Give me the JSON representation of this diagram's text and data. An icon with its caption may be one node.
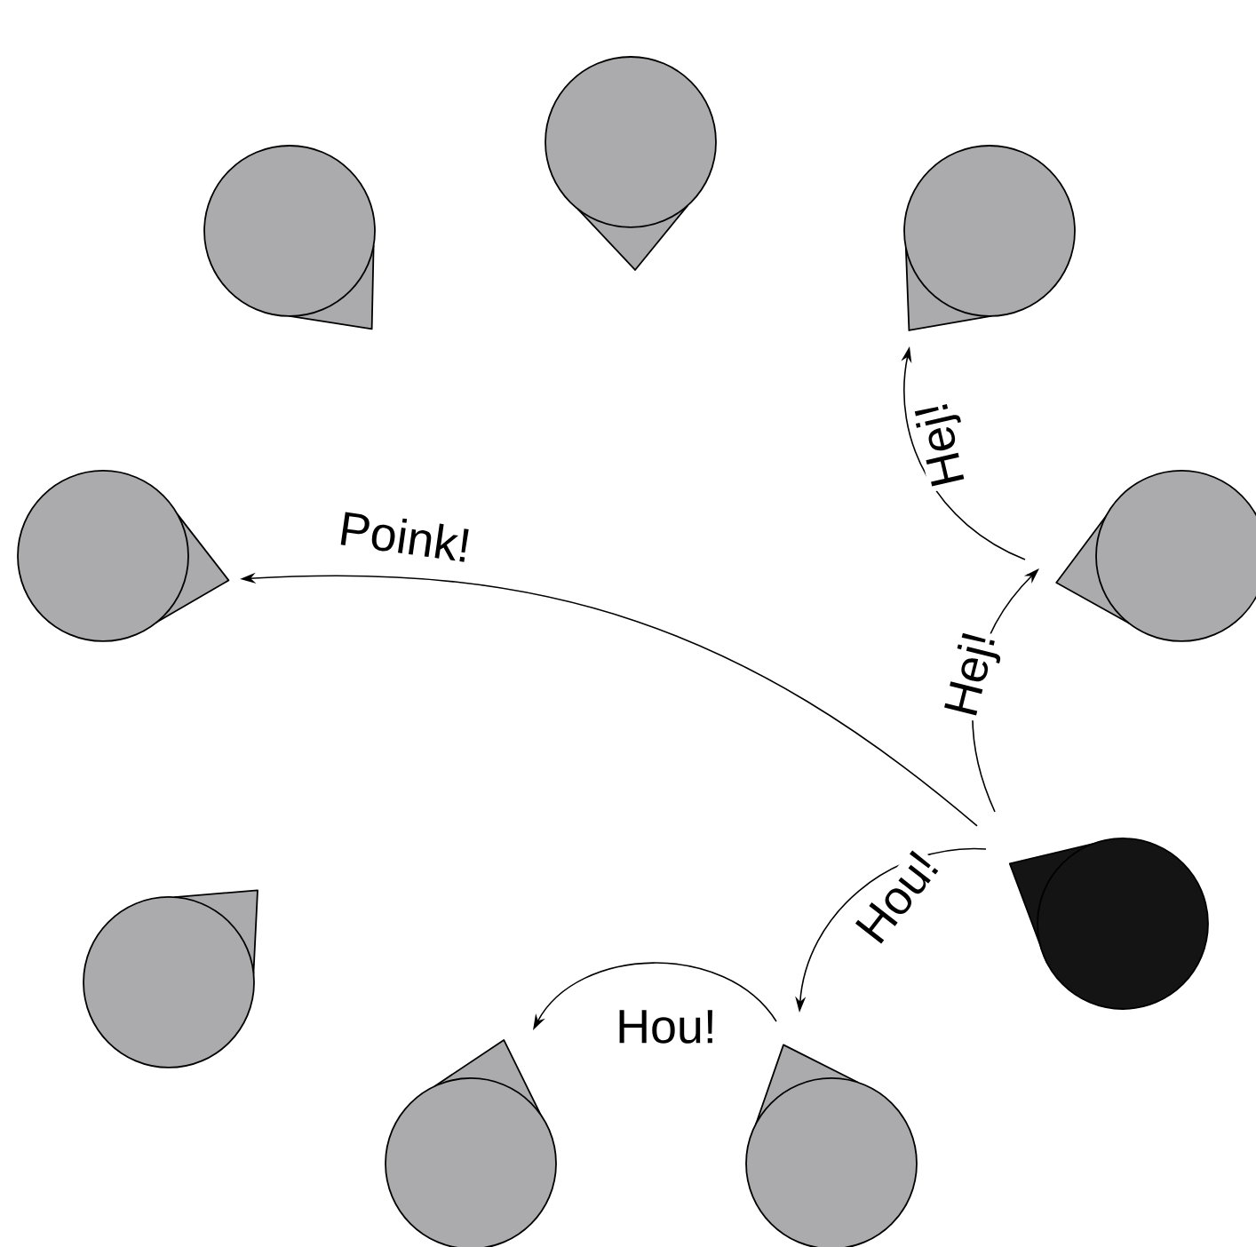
{
  "diagram": {
    "nodes": [
      {
        "text": [],
        "shape": "circle"
      },
      {
        "text": [],
        "shape": "circle"
      },
      {
        "text": [],
        "shape": "circle"
      },
      {
        "text": [],
        "shape": "circle"
      },
      {
        "text": [],
        "shape": "circle"
      },
      {
        "text": [],
        "shape": "circle"
      },
      {
        "text": [],
        "shape": "circle"
      },
      {
        "text": [],
        "shape": "circle"
      },
      {
        "text": [],
        "shape": "circle"
      }
    ],
    "edges": [
      {
        "from": 5,
        "to": 4,
        "arrow": "to",
        "label": "Hej!"
      },
      {
        "from": 4,
        "to": 2,
        "arrow": "to",
        "label": "Hej!"
      },
      {
        "from": 5,
        "to": 3,
        "arrow": "to",
        "label": "Poink!"
      },
      {
        "from": 5,
        "to": 8,
        "arrow": "to",
        "label": "Hou!"
      },
      {
        "from": 8,
        "to": 7,
        "arrow": "to",
        "label": "Hou!"
      }
    ]
  }
}
